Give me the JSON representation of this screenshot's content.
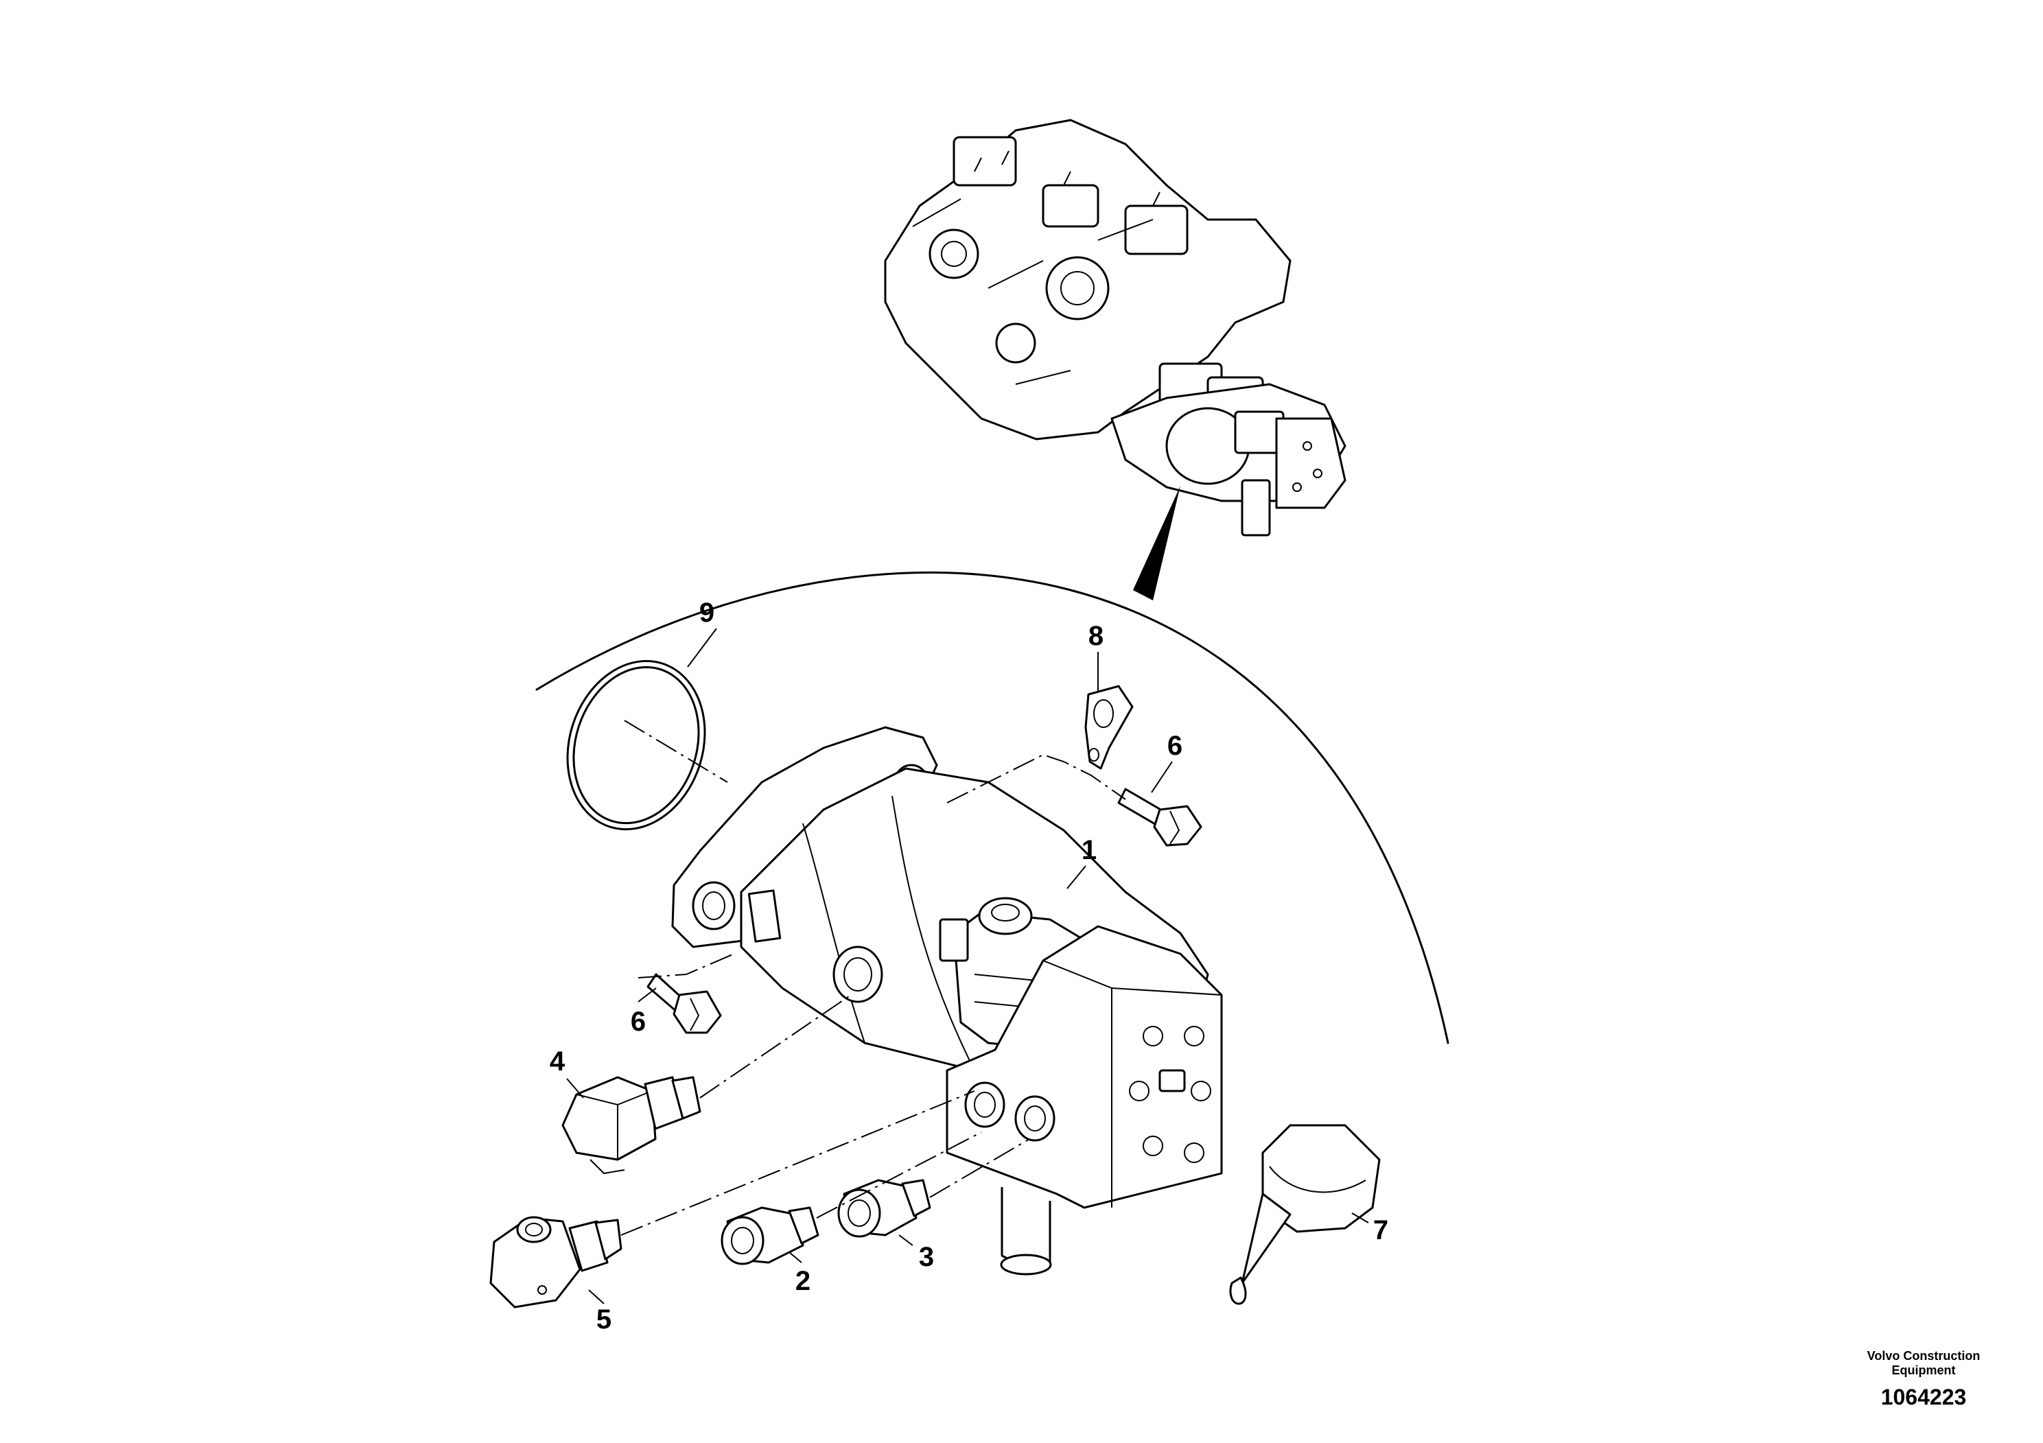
{
  "callouts": {
    "c1": "1",
    "c2": "2",
    "c3": "3",
    "c4": "4",
    "c5": "5",
    "c6a": "6",
    "c6b": "6",
    "c7": "7",
    "c8": "8",
    "c9": "9"
  },
  "brand": {
    "line1": "Volvo Construction",
    "line2": "Equipment"
  },
  "figure_number": "1064223"
}
